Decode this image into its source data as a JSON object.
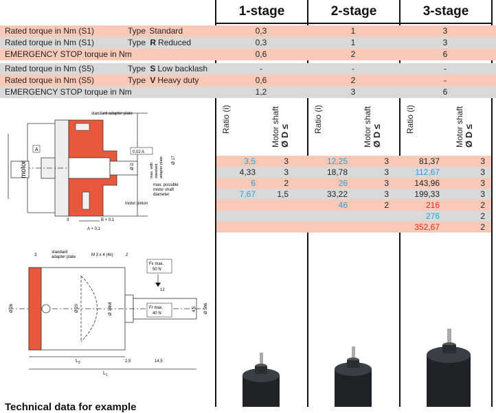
{
  "columns": [
    "1-stage",
    "2-stage",
    "3-stage"
  ],
  "spec_rows": [
    {
      "label": "Rated torque in Nm (S1)",
      "type_prefix": "Type",
      "type_letter": "",
      "type_rest": "Standard",
      "values": [
        "0,3",
        "1",
        "3"
      ],
      "shade": "pink"
    },
    {
      "label": "Rated torque in Nm (S1)",
      "type_prefix": "Type",
      "type_letter": "R",
      "type_rest": "Reduced",
      "values": [
        "0,3",
        "1",
        "3"
      ],
      "shade": "grey"
    },
    {
      "label": "EMERGENCY STOP torque in Nm",
      "type_prefix": "",
      "type_letter": "",
      "type_rest": "",
      "values": [
        "0,6",
        "2",
        "6"
      ],
      "shade": "pink"
    },
    {
      "label": "Rated torque in Nm (S5)",
      "type_prefix": "Type",
      "type_letter": "S",
      "type_rest": "Low backlash",
      "values": [
        "-",
        "-",
        "-"
      ],
      "shade": "grey"
    },
    {
      "label": "Rated torque in Nm (S5)",
      "type_prefix": "Type",
      "type_letter": "V",
      "type_rest": "Heavy duty",
      "values": [
        "0,6",
        "2",
        "-"
      ],
      "shade": "pink"
    },
    {
      "label": "EMERGENCY STOP torque in Nm",
      "type_prefix": "",
      "type_letter": "",
      "type_rest": "",
      "values": [
        "1,2",
        "3",
        "6"
      ],
      "shade": "grey"
    }
  ],
  "sub_headers": {
    "ratio": "Ratio (i)",
    "shaft": "Motor shaft",
    "shaft2": "Ø D ≤"
  },
  "ratio_rows": [
    {
      "shade": "pink",
      "c1": [
        "3,5",
        "3"
      ],
      "c2": [
        "12,25",
        "3"
      ],
      "c3": [
        "81,37",
        "3"
      ],
      "colors": [
        "cyan",
        "dark",
        "cyan",
        "dark",
        "dark",
        "dark"
      ]
    },
    {
      "shade": "grey",
      "c1": [
        "4,33",
        "3"
      ],
      "c2": [
        "18,78",
        "3"
      ],
      "c3": [
        "112,67",
        "3"
      ],
      "colors": [
        "dark",
        "dark",
        "dark",
        "dark",
        "cyan",
        "dark"
      ]
    },
    {
      "shade": "pink",
      "c1": [
        "6",
        "2"
      ],
      "c2": [
        "26",
        "3"
      ],
      "c3": [
        "143,96",
        "3"
      ],
      "colors": [
        "cyan",
        "dark",
        "cyan",
        "dark",
        "dark",
        "dark"
      ]
    },
    {
      "shade": "grey",
      "c1": [
        "7,67",
        "1,5"
      ],
      "c2": [
        "33,22",
        "3"
      ],
      "c3": [
        "199,33",
        "3"
      ],
      "colors": [
        "cyan",
        "dark",
        "dark",
        "dark",
        "dark",
        "dark"
      ]
    },
    {
      "shade": "pink",
      "c1": [
        "",
        ""
      ],
      "c2": [
        "46",
        "2"
      ],
      "c3": [
        "216",
        "2"
      ],
      "colors": [
        "dark",
        "dark",
        "cyan",
        "dark",
        "red",
        "dark"
      ]
    },
    {
      "shade": "grey",
      "c1": [
        "",
        ""
      ],
      "c2": [
        "",
        ""
      ],
      "c3": [
        "276",
        "2"
      ],
      "colors": [
        "dark",
        "dark",
        "dark",
        "dark",
        "cyan",
        "dark"
      ]
    },
    {
      "shade": "pink",
      "c1": [
        "",
        ""
      ],
      "c2": [
        "",
        ""
      ],
      "c3": [
        "352,67",
        "2"
      ],
      "colors": [
        "dark",
        "dark",
        "dark",
        "dark",
        "red",
        "dark"
      ]
    }
  ],
  "drawing1": {
    "adapter": "standard adapter plate",
    "motor": "motor",
    "tol": "0,02 A",
    "od": "Ø D",
    "max_with": "max. with",
    "standard": "standard",
    "adapter_plate": "adapter plate",
    "o17": "Ø 17",
    "max_possible": "max. possible",
    "motor_shaft": "motor shaft",
    "diameter": "diameter",
    "pinion": "motor pinion",
    "d3": "3",
    "b01": "B + 0,1",
    "a01": "A + 0,1",
    "a": "A"
  },
  "drawing2": {
    "d3": "3",
    "std": "standard",
    "adp": "adapter plate",
    "m3": "M 3 x 4 (4x)",
    "d2": "2",
    "fx": "Fx max.",
    "fx50": "50 N",
    "fr": "Fr max.",
    "fr40": "40 N",
    "d12": "12",
    "o26": "Ø 26",
    "o20": "Ø 20",
    "o14": "Ø 14h8",
    "d45": "4,5",
    "o5": "Ø 5h6",
    "l2": "L",
    "l2s": "2",
    "l1": "L",
    "l1s": "1",
    "d25": "2,5",
    "d145": "14,5"
  },
  "footer_text": "Technical data for example"
}
